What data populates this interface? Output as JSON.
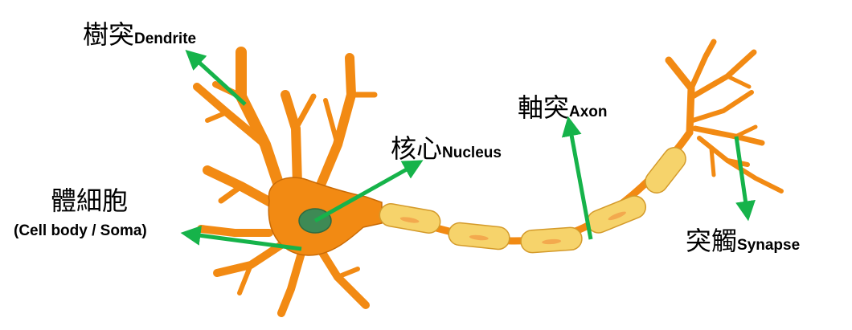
{
  "labels": {
    "dendrite": {
      "zh": "樹突",
      "en": "Dendrite"
    },
    "nucleus": {
      "zh": "核心",
      "en": "Nucleus"
    },
    "axon": {
      "zh": "軸突",
      "en": "Axon"
    },
    "cell_body": {
      "zh": "體細胞",
      "en": "(Cell body /  Soma)"
    },
    "synapse": {
      "zh": "突觸",
      "en": "Synapse"
    }
  },
  "colors": {
    "neuron": "#f28a13",
    "neuron_outline": "#c96a05",
    "nucleus": "#3e8a55",
    "myelin": "#f6d36b",
    "myelin_outline": "#d49a2a",
    "arrow": "#16b34a"
  }
}
